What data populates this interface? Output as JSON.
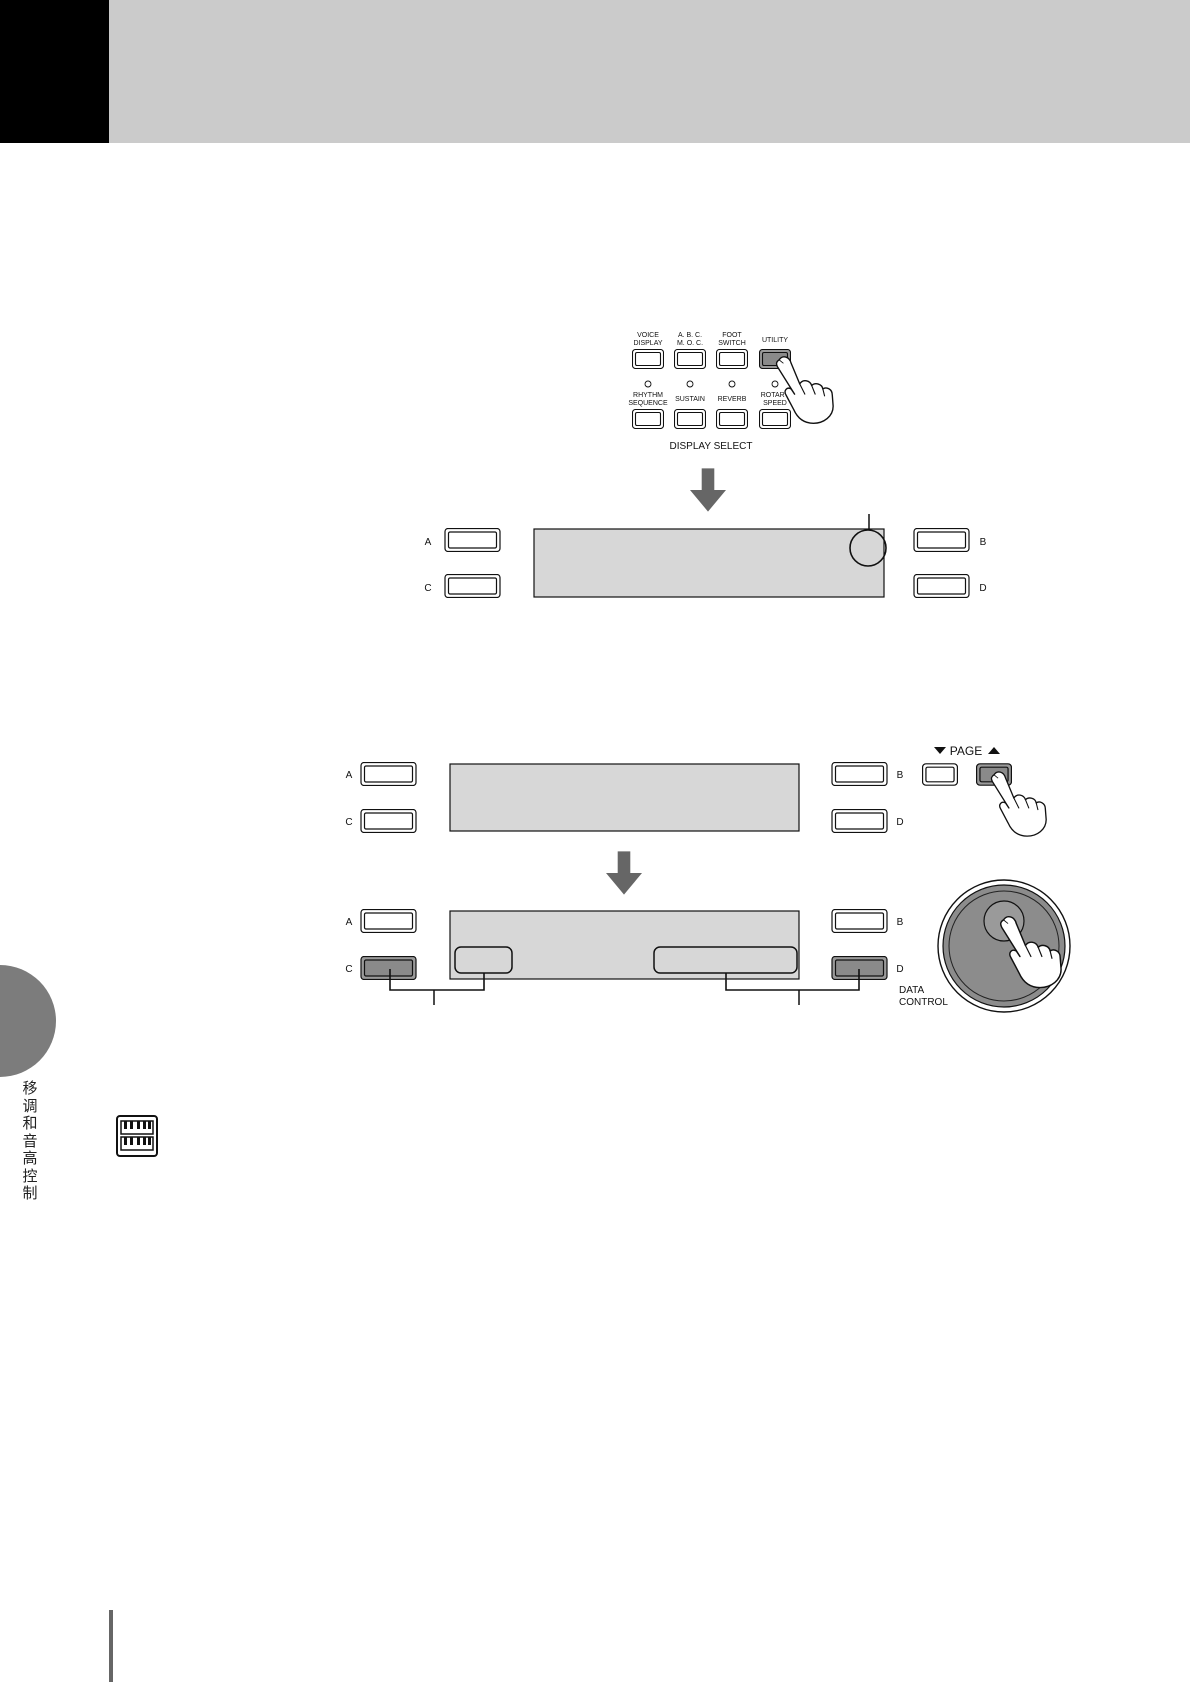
{
  "side_tab": {
    "text": "移调和音高控制"
  },
  "display_select": {
    "row1": [
      "VOICE|DISPLAY",
      "A. B. C.|M. O. C.",
      "FOOT|SWITCH",
      "UTILITY"
    ],
    "row2": [
      "RHYTHM|SEQUENCE",
      "SUSTAIN",
      "REVERB",
      "ROTARY|SPEED"
    ],
    "caption": "DISPLAY  SELECT"
  },
  "panel_labels": {
    "a": "A",
    "b": "B",
    "c": "C",
    "d": "D"
  },
  "page": {
    "label": "PAGE"
  },
  "data_control": {
    "line1": "DATA",
    "line2": "CONTROL"
  }
}
